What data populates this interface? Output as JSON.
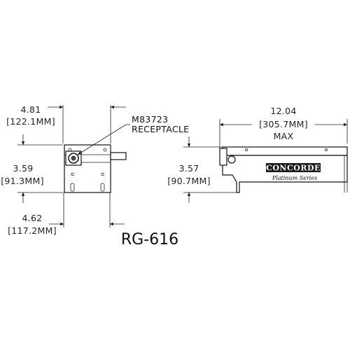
{
  "model": "RG-616",
  "callout": {
    "line1": "M83723",
    "line2": "RECEPTACLE"
  },
  "front_view": {
    "width": {
      "inches": "4.81",
      "mm": "[122.1MM]"
    },
    "height": {
      "inches": "3.59",
      "mm": "[91.3MM]"
    },
    "base_width": {
      "inches": "4.62",
      "mm": "[117.2MM]"
    }
  },
  "side_view": {
    "length": {
      "inches": "12.04",
      "mm": "[305.7MM]",
      "qualifier": "MAX"
    },
    "height": {
      "inches": "3.57",
      "mm": "[90.7MM]"
    }
  },
  "logo": {
    "brand": "CONCORDE",
    "series": "Platinum Series"
  }
}
